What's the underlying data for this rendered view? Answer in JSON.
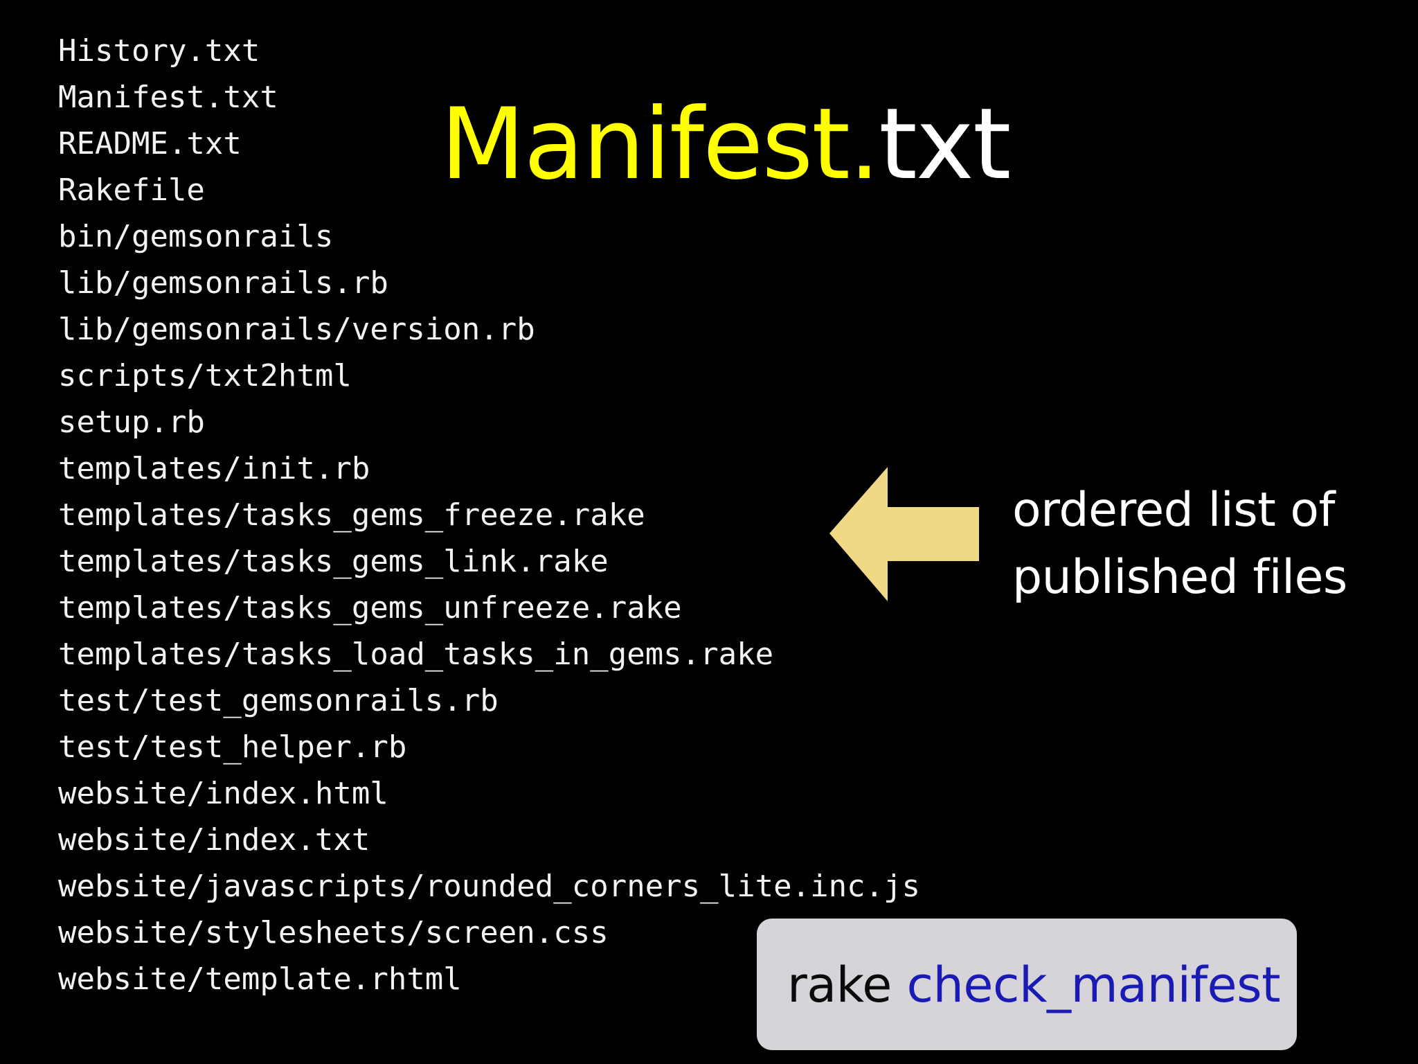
{
  "slide": {
    "background_color": "#000000",
    "title": {
      "highlight_text": "Manifest.",
      "highlight_color": "#FFFF00",
      "plain_text": "txt",
      "plain_color": "#FFFFFF"
    },
    "file_list": {
      "text_color": "#F2F2F2",
      "files": [
        "History.txt",
        "Manifest.txt",
        "README.txt",
        "Rakefile",
        "bin/gemsonrails",
        "lib/gemsonrails.rb",
        "lib/gemsonrails/version.rb",
        "scripts/txt2html",
        "setup.rb",
        "templates/init.rb",
        "templates/tasks_gems_freeze.rake",
        "templates/tasks_gems_link.rake",
        "templates/tasks_gems_unfreeze.rake",
        "templates/tasks_load_tasks_in_gems.rake",
        "test/test_gemsonrails.rb",
        "test/test_helper.rb",
        "website/index.html",
        "website/index.txt",
        "website/javascripts/rounded_corners_lite.inc.js",
        "website/stylesheets/screen.css",
        "website/template.rhtml"
      ]
    },
    "annotation": {
      "arrow_direction": "left",
      "arrow_color": "#EFD985",
      "caption_line1": "ordered list of",
      "caption_line2": "published files",
      "caption_color": "#FFFFFF"
    },
    "command_box": {
      "background_color": "#D6D4D8",
      "base_command": "rake ",
      "base_color": "#0A0A0A",
      "task_name": "check_manifest",
      "task_color": "#1A1AB4"
    }
  }
}
